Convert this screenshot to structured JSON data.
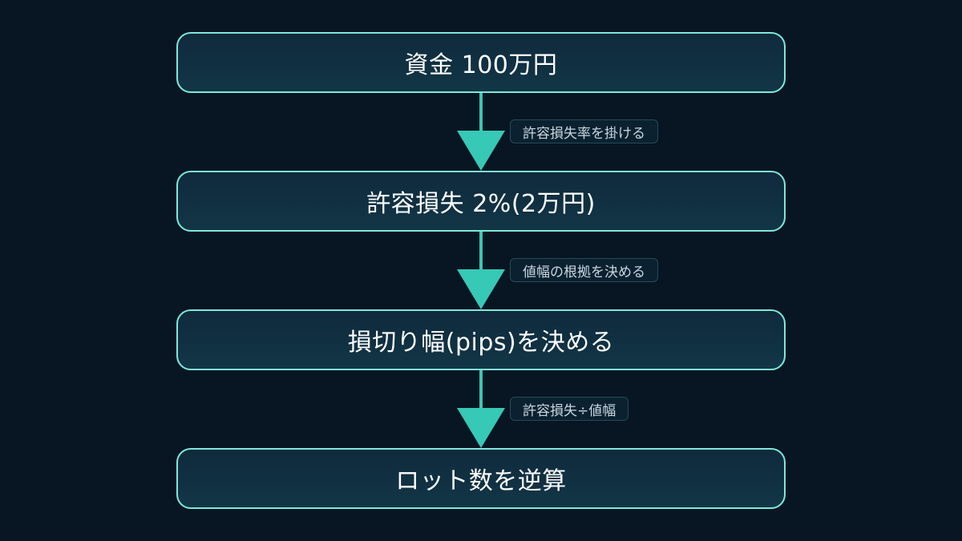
{
  "diagram": {
    "nodes": [
      {
        "id": "n1",
        "label": "資金 100万円"
      },
      {
        "id": "n2",
        "label": "許容損失 2%(2万円)"
      },
      {
        "id": "n3",
        "label": "損切り幅(pips)を決める"
      },
      {
        "id": "n4",
        "label": "ロット数を逆算"
      }
    ],
    "edges": [
      {
        "from": "n1",
        "to": "n2",
        "label": "許容損失率を掛ける"
      },
      {
        "from": "n2",
        "to": "n3",
        "label": "値幅の根拠を決める"
      },
      {
        "from": "n3",
        "to": "n4",
        "label": "許容損失÷値幅"
      }
    ]
  },
  "colors": {
    "background": "#071622",
    "node_fill": "#123647",
    "node_border": "#7fe8d8",
    "arrow": "#36c9b5",
    "node_text": "#ffffff",
    "label_text": "#c7d7df"
  }
}
